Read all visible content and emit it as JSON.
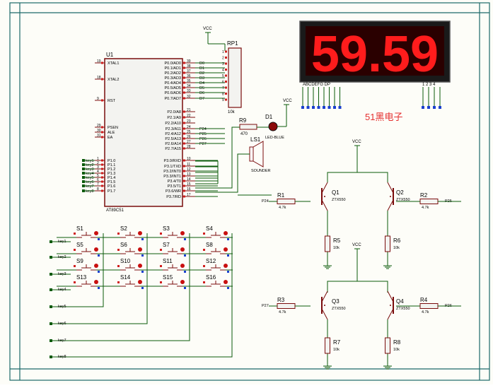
{
  "mcu": {
    "ref": "U1",
    "part": "AT89C51",
    "left_pins": [
      {
        "num": "19",
        "name": "XTAL1"
      },
      {
        "num": "18",
        "name": "XTAL2"
      },
      {
        "num": "9",
        "name": "RST"
      },
      {
        "num": "29",
        "name": "PSEN"
      },
      {
        "num": "30",
        "name": "ALE"
      },
      {
        "num": "31",
        "name": "EA"
      },
      {
        "num": "1",
        "name": "P1.0",
        "net": "key1"
      },
      {
        "num": "2",
        "name": "P1.1",
        "net": "key2"
      },
      {
        "num": "3",
        "name": "P1.2",
        "net": "key3"
      },
      {
        "num": "4",
        "name": "P1.3",
        "net": "key4"
      },
      {
        "num": "5",
        "name": "P1.4",
        "net": "key5"
      },
      {
        "num": "6",
        "name": "P1.5",
        "net": "key6"
      },
      {
        "num": "7",
        "name": "P1.6",
        "net": "key7"
      },
      {
        "num": "8",
        "name": "P1.7",
        "net": "key8"
      }
    ],
    "right_pins": [
      {
        "num": "39",
        "name": "P0.0/AD0",
        "net": "D0"
      },
      {
        "num": "38",
        "name": "P0.1/AD1",
        "net": "D1"
      },
      {
        "num": "37",
        "name": "P0.2/AD2",
        "net": "D2"
      },
      {
        "num": "36",
        "name": "P0.3/AD3",
        "net": "D3"
      },
      {
        "num": "35",
        "name": "P0.4/AD4",
        "net": "D4"
      },
      {
        "num": "34",
        "name": "P0.5/AD5",
        "net": "D5"
      },
      {
        "num": "33",
        "name": "P0.6/AD6",
        "net": "D6"
      },
      {
        "num": "32",
        "name": "P0.7/AD7",
        "net": "D7"
      },
      {
        "num": "21",
        "name": "P2.0/A8",
        "net": ""
      },
      {
        "num": "22",
        "name": "P2.1/A9",
        "net": ""
      },
      {
        "num": "23",
        "name": "P2.2/A10",
        "net": ""
      },
      {
        "num": "24",
        "name": "P2.3/A11",
        "net": "P24"
      },
      {
        "num": "25",
        "name": "P2.4/A12",
        "net": "P25"
      },
      {
        "num": "26",
        "name": "P2.5/A13",
        "net": "P26"
      },
      {
        "num": "27",
        "name": "P2.6/A14",
        "net": "P27"
      },
      {
        "num": "28",
        "name": "P2.7/A15",
        "net": ""
      },
      {
        "num": "10",
        "name": "P3.0/RXD",
        "net": ""
      },
      {
        "num": "11",
        "name": "P3.1/TXD",
        "net": ""
      },
      {
        "num": "12",
        "name": "P3.2/INT0",
        "net": ""
      },
      {
        "num": "13",
        "name": "P3.3/INT1",
        "net": ""
      },
      {
        "num": "14",
        "name": "P3.4/T0",
        "net": ""
      },
      {
        "num": "15",
        "name": "P3.5/T1",
        "net": ""
      },
      {
        "num": "16",
        "name": "P3.6/WR",
        "net": ""
      },
      {
        "num": "17",
        "name": "P3.7/RD",
        "net": ""
      }
    ]
  },
  "rp1": {
    "ref": "RP1",
    "value": "10k",
    "vcc": "VCC",
    "pins": [
      "1",
      "2",
      "3",
      "4",
      "5",
      "6",
      "7",
      "8",
      "9"
    ]
  },
  "display": {
    "digits": "59.59",
    "seg_label": "ABCDEFG  DP",
    "dig_label": "1 2 3 4"
  },
  "watermark": "51黑电子",
  "led": {
    "ref": "D1",
    "part": "LED-BLUE",
    "vcc": "VCC"
  },
  "r9": {
    "ref": "R9",
    "value": "470"
  },
  "buzzer": {
    "ref": "LS1",
    "part": "SOUNDER"
  },
  "switches": [
    "S1",
    "S2",
    "S3",
    "S4",
    "S5",
    "S6",
    "S7",
    "S8",
    "S9",
    "S10",
    "S11",
    "S12",
    "S13",
    "S14",
    "S15",
    "S16"
  ],
  "key_nets": [
    "key1",
    "key2",
    "key3",
    "key4",
    "key5",
    "key6",
    "key7",
    "key8"
  ],
  "transistors": [
    {
      "ref": "Q1",
      "part": "ZTX550"
    },
    {
      "ref": "Q2",
      "part": "ZTX550"
    },
    {
      "ref": "Q3",
      "part": "ZTX550"
    },
    {
      "ref": "Q4",
      "part": "ZTX550"
    }
  ],
  "bridge_resistors": [
    {
      "ref": "R1",
      "value": "4.7k",
      "net": "P24"
    },
    {
      "ref": "R2",
      "value": "4.7k",
      "net": "P25"
    },
    {
      "ref": "R3",
      "value": "4.7k",
      "net": "P27"
    },
    {
      "ref": "R4",
      "value": "4.7k",
      "net": "P26"
    },
    {
      "ref": "R5",
      "value": "10k"
    },
    {
      "ref": "R6",
      "value": "10k"
    },
    {
      "ref": "R7",
      "value": "10k"
    },
    {
      "ref": "R8",
      "value": "10k"
    }
  ],
  "vcc_label": "VCC"
}
